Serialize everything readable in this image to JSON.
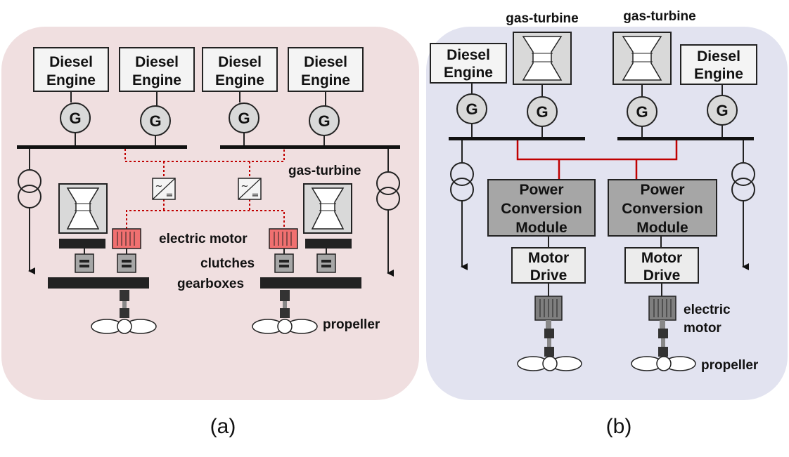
{
  "panel_a": {
    "caption": "(a)",
    "engines": [
      "Diesel Engine",
      "Diesel Engine",
      "Diesel Engine",
      "Diesel Engine"
    ],
    "generator": "G",
    "converter": "~/=",
    "gas_turbine_label": "gas-turbine",
    "electric_motor_label": "electric motor",
    "clutches_label": "clutches",
    "gearboxes_label": "gearboxes",
    "propeller_label": "propeller"
  },
  "panel_b": {
    "caption": "(b)",
    "diesel_left": "Diesel Engine",
    "diesel_right": "Diesel Engine",
    "gas_turbine_labels": [
      "gas-turbine",
      "gas-turbine"
    ],
    "generator": "G",
    "power_conversion": [
      "Power Conversion Module",
      "Power Conversion Module"
    ],
    "motor_drive": [
      "Motor Drive",
      "Motor Drive"
    ],
    "electric_motor_label": "electric motor",
    "propeller_label": "propeller"
  },
  "colors": {
    "panel_a_bg": "#f0dfe0",
    "panel_b_bg": "#e2e3f0",
    "red_link": "#c00000",
    "motor_red": "#f07070",
    "module_gray": "#a6a6a6"
  }
}
